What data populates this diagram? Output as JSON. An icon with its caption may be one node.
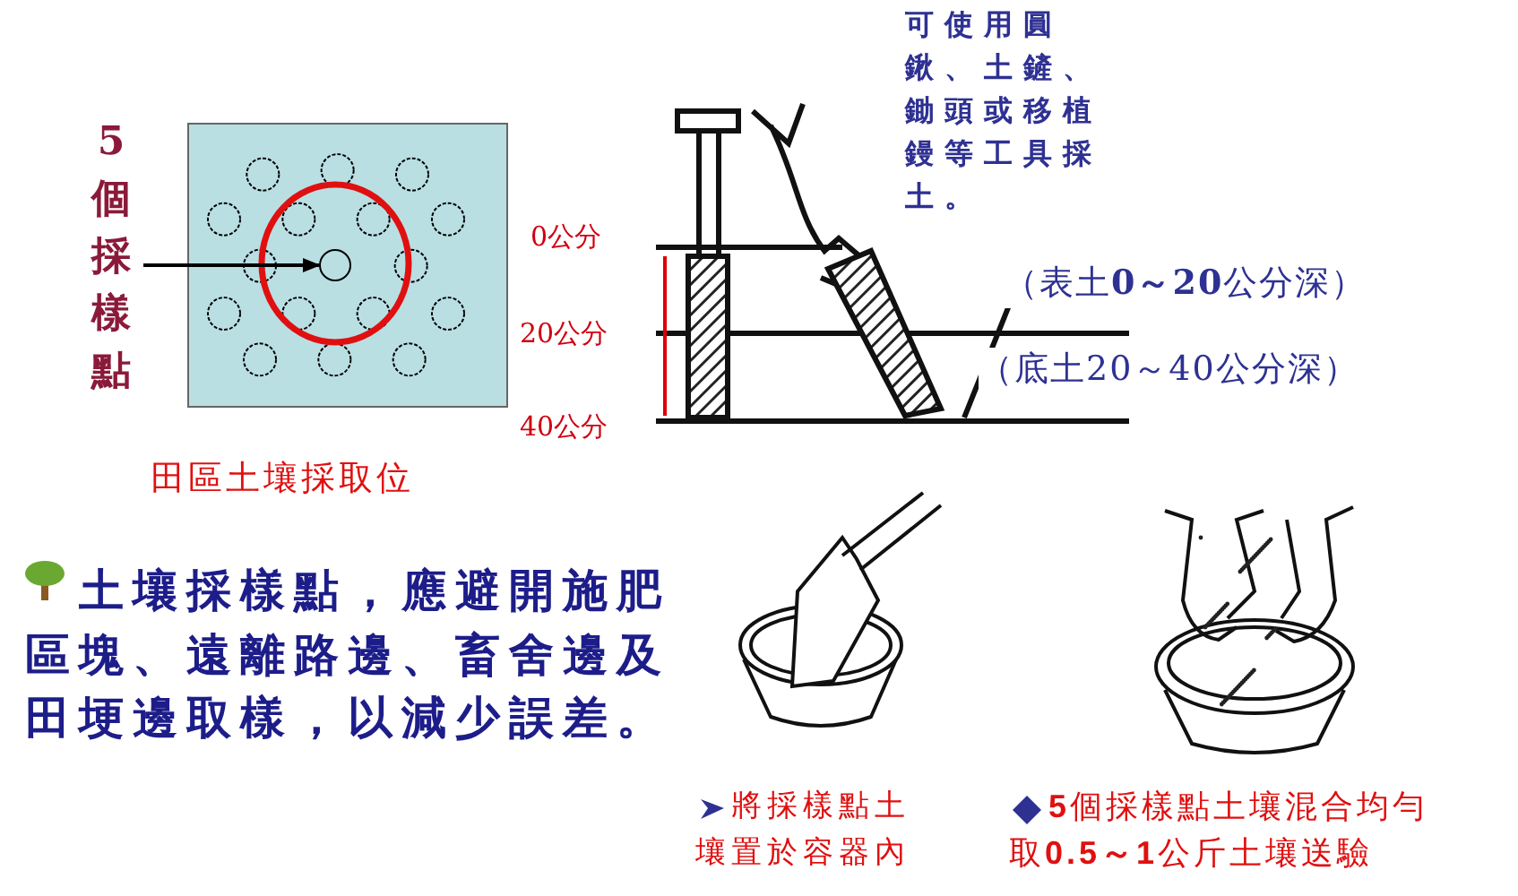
{
  "diagram": {
    "nodes": [
      {
        "text": [
          "5個採樣點"
        ]
      },
      {
        "text": [],
        "shape": "box"
      },
      {
        "text": [],
        "shape": "circle",
        "in": 1
      }
    ],
    "edges": [
      {
        "from": 0,
        "to": 2,
        "arrow": "to"
      }
    ],
    "labels": [
      "0公分",
      "20公分",
      "40公分",
      "可使用圓鍬、土鏟、鋤頭或移植鏝等工具採土。",
      "（表土**0～20**公分深）",
      "（底土20～40公分深）",
      "田區土壤採取位",
      "土壤採樣點，應避開施肥區塊、遠離路邊、畜舍邊及田埂邊取樣，以減少誤差。",
      "將採樣點土壤置於容器內",
      "**5**個採樣點土壤混合均勻取**0.5～1**公斤土壤送驗"
    ]
  }
}
